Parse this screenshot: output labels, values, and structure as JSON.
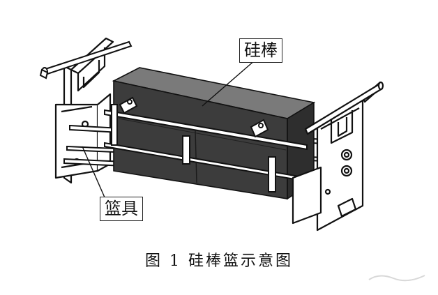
{
  "labels": {
    "silicon_rod": "硅棒",
    "basket": "篮具"
  },
  "caption": "图 1  硅棒篮示意图",
  "colors": {
    "block_top": "#7a7a7a",
    "block_front": "#3c3c3c",
    "block_side": "#2e2e2e",
    "frame_line": "#111111"
  }
}
